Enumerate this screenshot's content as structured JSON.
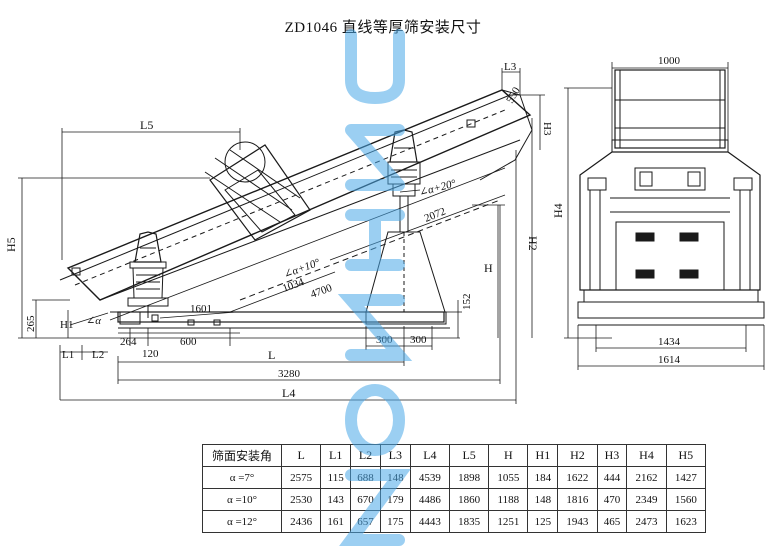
{
  "title": "ZD1046 直线等厚筛安装尺寸",
  "dims": {
    "L3": "L3",
    "r550": "550",
    "H3": "H3",
    "L5": "L5",
    "H5": "H5",
    "alpha20": "∠α+20°",
    "d2072": "2072",
    "alpha10": "∠α+10°",
    "d1034": "1034",
    "d4700": "4700",
    "d1601": "1601",
    "H2": "H2",
    "H": "H",
    "d152": "152",
    "d265": "265",
    "H1": "H1",
    "alpha": "∠α",
    "L1": "L1",
    "L2": "L2",
    "d264": "264",
    "d120": "120",
    "d600": "600",
    "d300a": "300",
    "d300b": "300",
    "L": "L",
    "d3280": "3280",
    "L4": "L4",
    "d1000": "1000",
    "H4": "H4",
    "d1434": "1434",
    "d1614": "1614"
  },
  "table": {
    "headers": [
      "筛面安装角",
      "L",
      "L1",
      "L2",
      "L3",
      "L4",
      "L5",
      "H",
      "H1",
      "H2",
      "H3",
      "H4",
      "H5"
    ],
    "rows": [
      {
        "angle": "α =7°",
        "values": [
          "2575",
          "115",
          "688",
          "148",
          "4539",
          "1898",
          "1055",
          "184",
          "1622",
          "444",
          "2162",
          "1427"
        ]
      },
      {
        "angle": "α =10°",
        "values": [
          "2530",
          "143",
          "670",
          "179",
          "4486",
          "1860",
          "1188",
          "148",
          "1816",
          "470",
          "2349",
          "1560"
        ]
      },
      {
        "angle": "α =12°",
        "values": [
          "2436",
          "161",
          "657",
          "175",
          "4443",
          "1835",
          "1251",
          "125",
          "1943",
          "465",
          "2473",
          "1623"
        ]
      }
    ]
  },
  "colors": {
    "watermark": "#4aa8e8",
    "line": "#1a1a1a"
  }
}
